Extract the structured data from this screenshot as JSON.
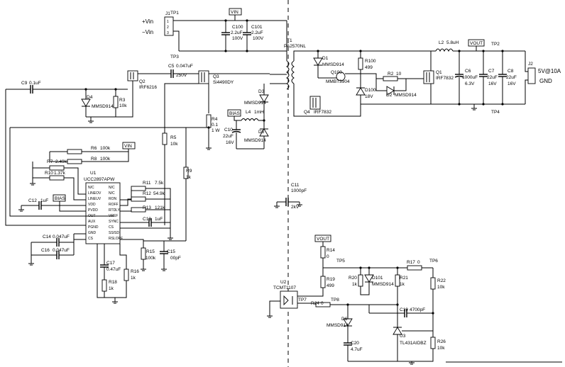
{
  "connectors": {
    "j1": {
      "ref": "J1",
      "pin_plus": "+Vin",
      "pin_minus": "−Vin"
    },
    "j2": {
      "ref": "J2",
      "out": "5V@10A",
      "gnd": "GND"
    }
  },
  "net_labels": {
    "vin_top": "VIN",
    "vin_ic": "VIN",
    "vout_top": "VOUT",
    "vout_fb": "VOUT",
    "bias_top": "BIAS",
    "bias_ic": "BIAS"
  },
  "test_points": {
    "tp1": "TP1",
    "tp2": "TP2",
    "tp3": "TP3",
    "tp4": "TP4",
    "tp5": "TP5",
    "tp6": "TP6",
    "tp7": "TP7",
    "tp8": "TP8"
  },
  "components": {
    "c100": {
      "ref": "C100",
      "value": "2.2uF",
      "rating": "100V"
    },
    "c101": {
      "ref": "C101",
      "value": "2.2uF",
      "rating": "100V"
    },
    "t1": {
      "ref": "T1",
      "part": "PA2570NL"
    },
    "l2": {
      "ref": "L2",
      "value": "5.8uH"
    },
    "c5": {
      "ref": "C5",
      "value": "0.047uF",
      "rating": "250V"
    },
    "c9": {
      "ref": "C9",
      "value": "0.1uF"
    },
    "q2": {
      "ref": "Q2",
      "part": "IRF6216"
    },
    "q3": {
      "ref": "Q3",
      "part": "Si4490DY"
    },
    "d4": {
      "ref": "D4",
      "part": "MMSD914"
    },
    "r3": {
      "ref": "R3",
      "value": "10k"
    },
    "d1": {
      "ref": "D1",
      "part": "MMSD914"
    },
    "q100": {
      "ref": "Q100",
      "part": "MMBT3904"
    },
    "r100": {
      "ref": "R100",
      "value": "499"
    },
    "d100": {
      "ref": "D100",
      "value": "18V"
    },
    "r2": {
      "ref": "R2",
      "value": "10"
    },
    "d2": {
      "ref": "D2",
      "part": "MMSD914"
    },
    "q1": {
      "ref": "Q1",
      "part": "IRF7832"
    },
    "q4": {
      "ref": "Q4",
      "part": "IRF7832"
    },
    "c6": {
      "ref": "C6",
      "value": "1000uF",
      "rating": "6.3V"
    },
    "c7": {
      "ref": "C7",
      "value": "22uF",
      "rating": "16V"
    },
    "c8": {
      "ref": "C8",
      "value": "22uF",
      "rating": "16V"
    },
    "d3": {
      "ref": "D3",
      "part": "MMSD914"
    },
    "l4": {
      "ref": "L4",
      "value": "1mH"
    },
    "c10": {
      "ref": "C10",
      "value": "22uF",
      "rating": "16V"
    },
    "d5": {
      "ref": "D5",
      "part": "MMSD914"
    },
    "r4": {
      "ref": "R4",
      "value": "0.1",
      "rating": "1 W"
    },
    "r5": {
      "ref": "R5",
      "value": "10k"
    },
    "r9": {
      "ref": "R9",
      "value": "1k"
    },
    "c11": {
      "ref": "C11",
      "value": "1000pF",
      "rating": "2kV"
    },
    "r6": {
      "ref": "R6",
      "value": "100k"
    },
    "r7": {
      "ref": "R7",
      "value": "2.49k"
    },
    "r8": {
      "ref": "R8",
      "value": "100k"
    },
    "r10": {
      "ref": "R10",
      "value": "1.37k"
    },
    "u1": {
      "ref": "U1",
      "part": "UCC2897APW"
    },
    "c12": {
      "ref": "C12",
      "value": "1uF"
    },
    "r11": {
      "ref": "R11",
      "value": "7.5k"
    },
    "r12": {
      "ref": "R12",
      "value": "54.9k"
    },
    "r13": {
      "ref": "R13",
      "value": "121k"
    },
    "c13": {
      "ref": "C13",
      "value": "1uF"
    },
    "c14": {
      "ref": "C14",
      "value": "0.047uF"
    },
    "c16": {
      "ref": "C16",
      "value": "0.047uF"
    },
    "c17": {
      "ref": "C17",
      "value": "0.47uF"
    },
    "r15": {
      "ref": "R15",
      "value": "100k"
    },
    "c15": {
      "ref": "C15",
      "value": "00pF"
    },
    "r16": {
      "ref": "R16",
      "value": "1k"
    },
    "r18": {
      "ref": "R18",
      "value": "1k"
    },
    "r14": {
      "ref": "R14",
      "value": "0"
    },
    "u2": {
      "ref": "U2",
      "part": "TCMT1107"
    },
    "r19": {
      "ref": "R19",
      "value": "499"
    },
    "r20": {
      "ref": "R20",
      "value": "1k"
    },
    "d101": {
      "ref": "D101",
      "part": "MMSD914"
    },
    "r21": {
      "ref": "R21",
      "value": "1k"
    },
    "r17": {
      "ref": "R17",
      "value": "0"
    },
    "r22": {
      "ref": "R22",
      "value": "10k"
    },
    "r24": {
      "ref": "R24",
      "value": "0"
    },
    "c19": {
      "ref": "C19",
      "value": "4700pF"
    },
    "d6": {
      "ref": "D6",
      "part": "MMSD914"
    },
    "c20": {
      "ref": "C20",
      "value": "4.7uF"
    },
    "u3": {
      "ref": "U3",
      "part": "TL431AIDBZ"
    },
    "r26": {
      "ref": "R26",
      "value": "10k"
    }
  },
  "u1_pins_left": [
    "N/C",
    "LINEOV",
    "LINEUV",
    "VDD",
    "PVDD",
    "OUT",
    "AUX",
    "PGND",
    "GND",
    "CS"
  ],
  "u1_pins_right": [
    "N/C",
    "N/C",
    "RON",
    "ROFF",
    "RTDLY",
    "VREF",
    "SYNC",
    "CS",
    "SS/SD",
    "RSLOPE"
  ]
}
